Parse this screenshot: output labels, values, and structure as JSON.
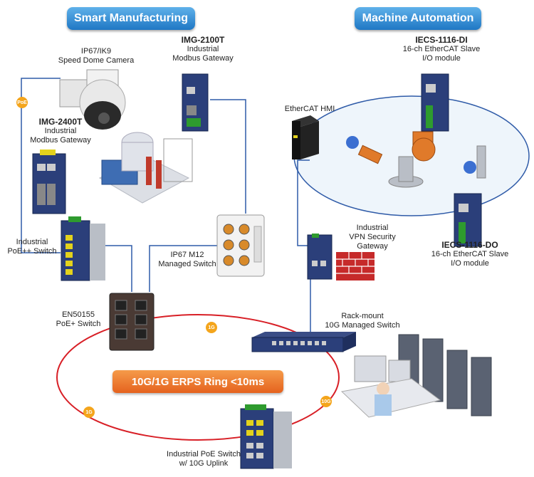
{
  "headers": {
    "left": "Smart Manufacturing",
    "right": "Machine Automation"
  },
  "ring": {
    "title": "10G/1G ERPS Ring <10ms"
  },
  "badges": {
    "poe": "PoE",
    "g1": "1G",
    "g10": "10G"
  },
  "labels": {
    "camera": [
      "IP67/IK9",
      "Speed Dome Camera"
    ],
    "img2400": {
      "model": "IMG-2400T",
      "desc": [
        "Industrial",
        "Modbus Gateway"
      ]
    },
    "img2100": {
      "model": "IMG-2100T",
      "desc": [
        "Industrial",
        "Modbus Gateway"
      ]
    },
    "poe_switch": [
      "Industrial",
      "PoE++ Switch"
    ],
    "m12_switch": [
      "IP67 M12",
      "Managed Switch"
    ],
    "en50155": [
      "EN50155",
      "PoE+ Switch"
    ],
    "hmi": "EtherCAT HMI",
    "iecs_di": {
      "model": "IECS-1116-DI",
      "desc": [
        "16-ch EtherCAT Slave",
        "I/O module"
      ]
    },
    "iecs_do": {
      "model": "IECS-1116-DO",
      "desc": [
        "16-ch EtherCAT Slave",
        "I/O module"
      ]
    },
    "vpn": [
      "Industrial",
      "VPN Security",
      "Gateway"
    ],
    "rack": [
      "Rack-mount",
      "10G Managed Switch"
    ],
    "uplink": [
      "Industrial PoE Switch",
      "w/ 10G Uplink"
    ]
  },
  "colors": {
    "wire": "#2f5ba8",
    "ring": "#d81f26",
    "header": "#1f77c4",
    "ring_title": "#e5621e",
    "badge": "#f4a51c"
  }
}
